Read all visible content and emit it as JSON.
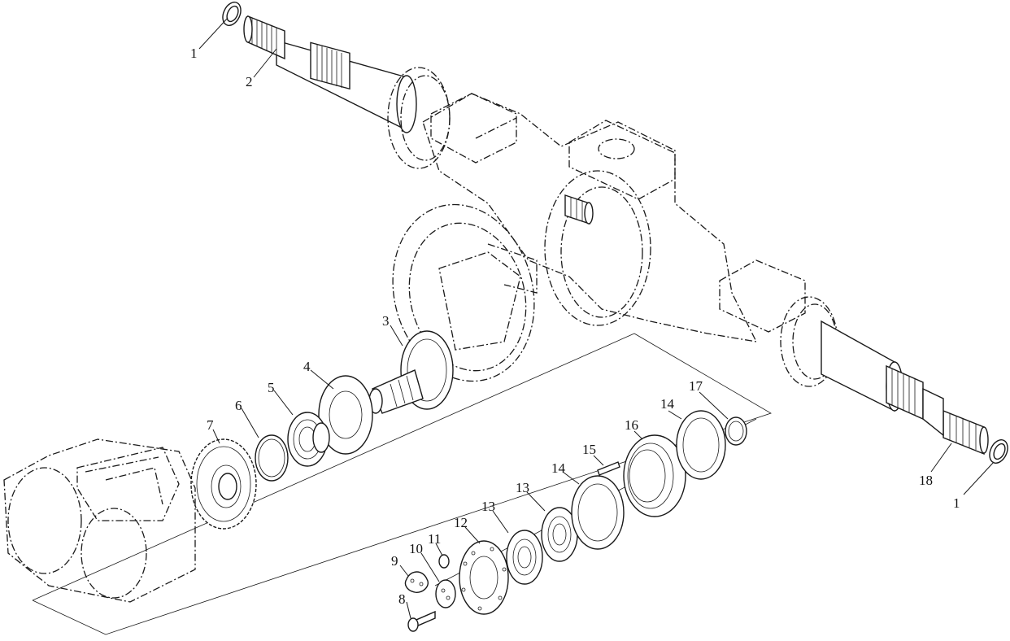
{
  "labels": [
    {
      "id": "c1a",
      "text": "1"
    },
    {
      "id": "c2",
      "text": "2"
    },
    {
      "id": "c3",
      "text": "3"
    },
    {
      "id": "c4",
      "text": "4"
    },
    {
      "id": "c5",
      "text": "5"
    },
    {
      "id": "c6",
      "text": "6"
    },
    {
      "id": "c7",
      "text": "7"
    },
    {
      "id": "c8",
      "text": "8"
    },
    {
      "id": "c9",
      "text": "9"
    },
    {
      "id": "c10",
      "text": "10"
    },
    {
      "id": "c11",
      "text": "11"
    },
    {
      "id": "c12",
      "text": "12"
    },
    {
      "id": "c13a",
      "text": "13"
    },
    {
      "id": "c13b",
      "text": "13"
    },
    {
      "id": "c14a",
      "text": "14"
    },
    {
      "id": "c14b",
      "text": "14"
    },
    {
      "id": "c15",
      "text": "15"
    },
    {
      "id": "c16",
      "text": "16"
    },
    {
      "id": "c17",
      "text": "17"
    },
    {
      "id": "c18",
      "text": "18"
    },
    {
      "id": "c1b",
      "text": "1"
    }
  ]
}
